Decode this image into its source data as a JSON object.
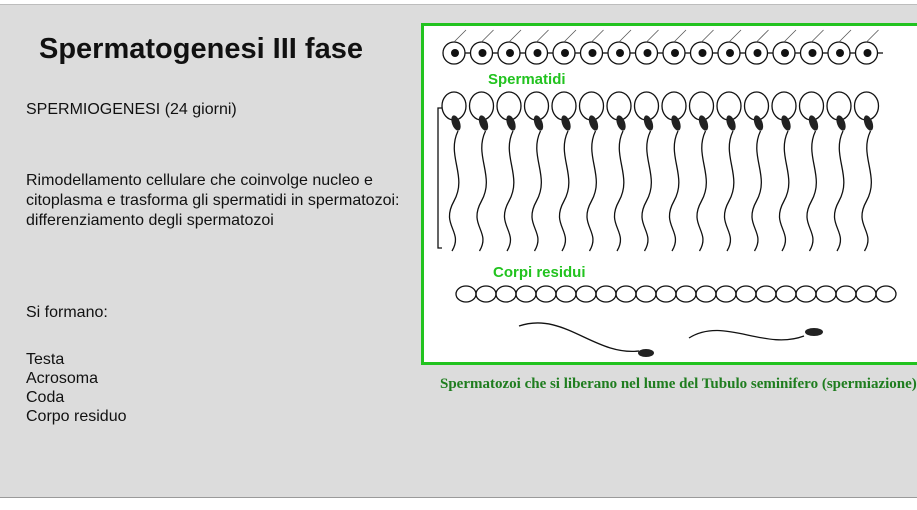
{
  "slide": {
    "title": "Spermatogenesi III fase",
    "subtitle": "SPERMIOGENESI (24 giorni)",
    "description": "Rimodellamento cellulare che coinvolge nucleo e citoplasma e trasforma gli spermatidi in spermatozoi: differenziamento degli spermatozoi",
    "formano_label": "Si formano:",
    "items": [
      "Testa",
      "Acrosoma",
      "Coda",
      "Corpo residuo"
    ]
  },
  "figure": {
    "label_spermatidi": "Spermatidi",
    "label_corpi_residui": "Corpi residui",
    "caption": "Spermatozoi che si liberano nel lume del Tubulo seminifero (spermiazione)"
  },
  "colors": {
    "background": "#dcdcdc",
    "accent_green": "#22c31f",
    "caption_green": "#1f7d1f"
  }
}
